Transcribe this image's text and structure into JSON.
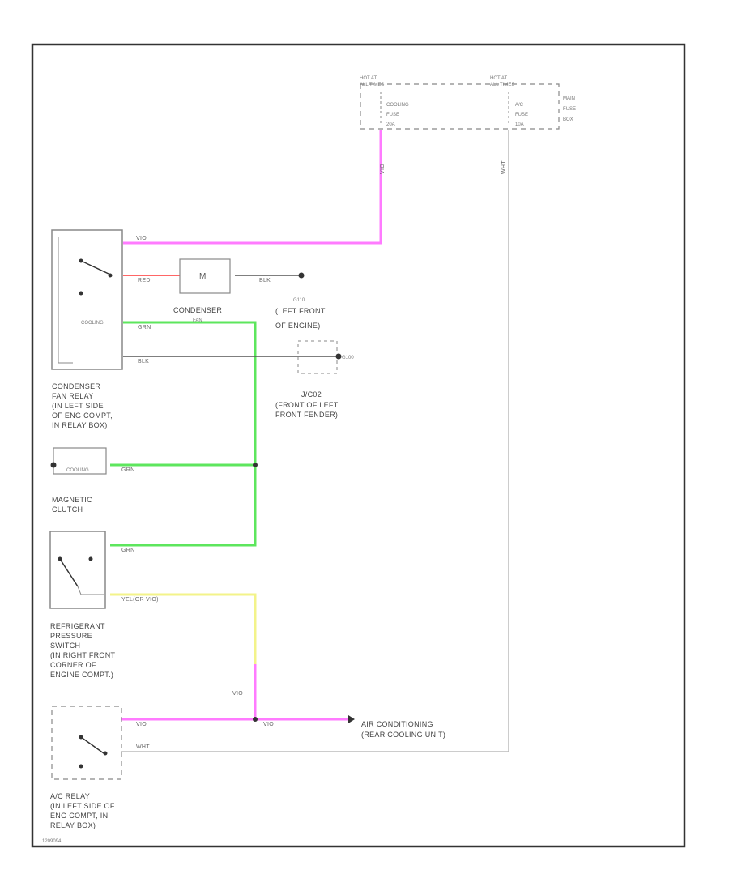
{
  "fuse_box": {
    "hot_left_1": "HOT AT",
    "hot_left_2": "ALL TIMES",
    "hot_right_1": "HOT AT",
    "hot_right_2": "ALL TIMES",
    "fuse_left_1": "COOLING",
    "fuse_left_2": "FUSE",
    "fuse_left_3": "20A",
    "fuse_right_1": "A/C",
    "fuse_right_2": "FUSE",
    "fuse_right_3": "10A",
    "label_1": "MAIN",
    "label_2": "FUSE",
    "label_3": "BOX"
  },
  "components": {
    "fan_relay": [
      "CONDENSER",
      "FAN RELAY",
      "(IN LEFT SIDE",
      "OF ENG COMPT,",
      "IN RELAY BOX)"
    ],
    "fan_relay_inner": "COOLING",
    "fan_motor_label": "CONDENSER",
    "fan_motor_label2": "FAN",
    "fan_motor_symbol": "M",
    "ground_g110": [
      "G110",
      "(LEFT FRONT",
      "OF ENGINE)"
    ],
    "j_c02": [
      "J/C02",
      "(FRONT OF LEFT",
      "FRONT FENDER)"
    ],
    "g100": "G100",
    "clutch": [
      "MAGNETIC",
      "CLUTCH"
    ],
    "clutch_inner": "COOLING",
    "pressure_switch": [
      "REFRIGERANT",
      "PRESSURE",
      "SWITCH",
      "(IN RIGHT FRONT",
      "CORNER OF",
      "ENGINE COMPT.)"
    ],
    "ac_relay": [
      "A/C RELAY",
      "(IN LEFT SIDE OF",
      "ENG COMPT, IN",
      "RELAY BOX)"
    ],
    "ac_unit": [
      "AIR CONDITIONING",
      "(REAR COOLING UNIT)"
    ],
    "figure_id": "1209094"
  },
  "wires": {
    "vio_vertical": "VIO",
    "wht_vertical": "WHT",
    "vio_top": "VIO",
    "red": "RED",
    "blk_fan": "BLK",
    "grn_top": "GRN",
    "blk_ground": "BLK",
    "grn_clutch": "GRN",
    "grn_switch": "GRN",
    "yel": "YEL(OR VIO)",
    "vio_mid": "VIO",
    "vio_relay": "VIO",
    "vio_out": "VIO",
    "wht_relay": "WHT"
  },
  "colors": {
    "violet": "#ff7bff",
    "green": "#5de65d",
    "yellow": "#f3f38a",
    "red": "#ff6666",
    "black": "#555555",
    "white": "#bbbbbb",
    "border": "#333333"
  }
}
